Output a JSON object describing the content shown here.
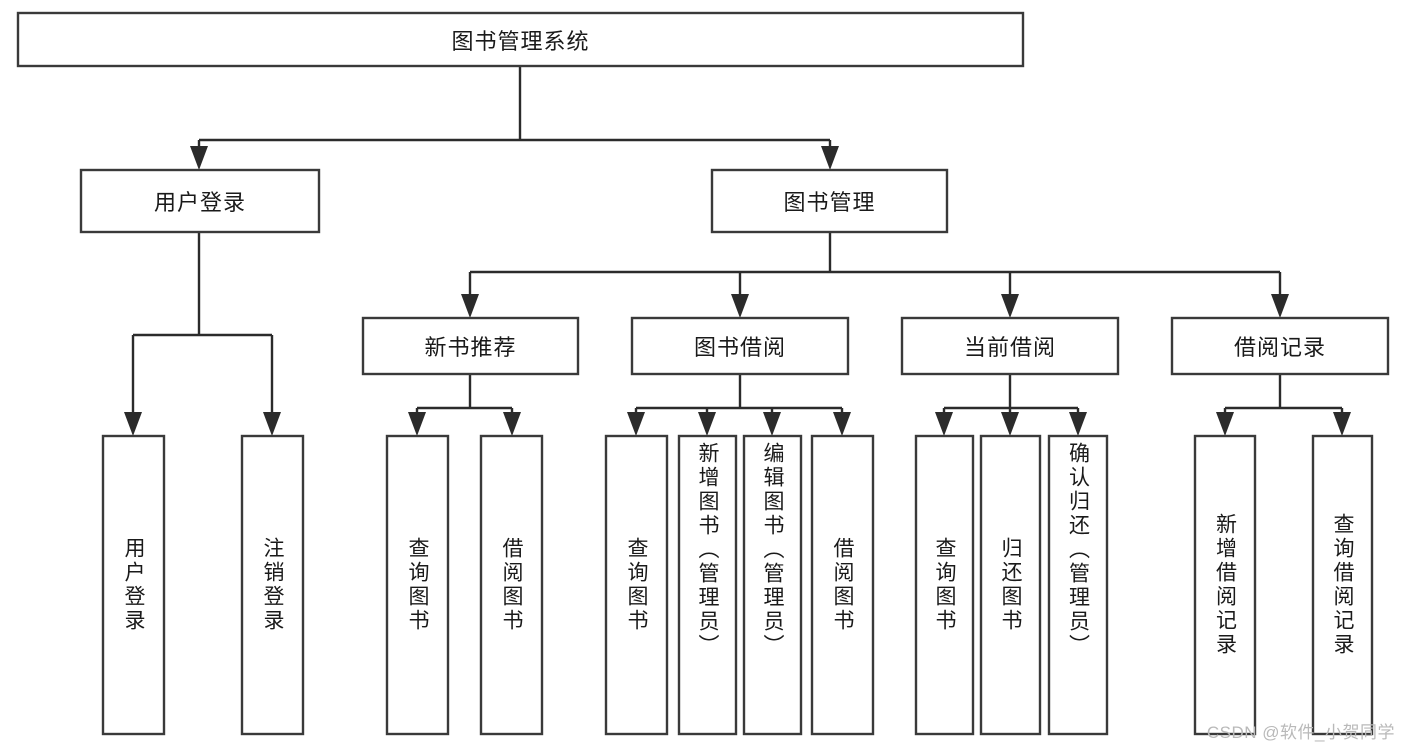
{
  "diagram": {
    "type": "hierarchy-tree",
    "title": "图书管理系统",
    "watermark": "CSDN @软件_小贺同学",
    "colors": {
      "box_fill": "#ffffff",
      "box_stroke": "#3a3a3a",
      "connector": "#2b2b2b",
      "text": "#1a1a1a",
      "watermark": "#b9b9b9",
      "background": "#ffffff"
    },
    "levels": {
      "level0": [
        {
          "id": "root",
          "label": "图书管理系统",
          "orientation": "horizontal"
        }
      ],
      "level1": [
        {
          "id": "user-login",
          "label": "用户登录",
          "orientation": "horizontal"
        },
        {
          "id": "book-manage",
          "label": "图书管理",
          "orientation": "horizontal"
        }
      ],
      "level2": [
        {
          "id": "new-book-rec",
          "label": "新书推荐",
          "orientation": "horizontal"
        },
        {
          "id": "book-borrow",
          "label": "图书借阅",
          "orientation": "horizontal"
        },
        {
          "id": "current-borrow",
          "label": "当前借阅",
          "orientation": "horizontal"
        },
        {
          "id": "borrow-record",
          "label": "借阅记录",
          "orientation": "horizontal"
        }
      ],
      "level3": [
        {
          "id": "leaf-user-login",
          "label": "用户登录",
          "orientation": "vertical",
          "parent": "user-login"
        },
        {
          "id": "leaf-user-logout",
          "label": "注销登录",
          "orientation": "vertical",
          "parent": "user-login"
        },
        {
          "id": "leaf-query-book-1",
          "label": "查询图书",
          "orientation": "vertical",
          "parent": "new-book-rec"
        },
        {
          "id": "leaf-borrow-book-1",
          "label": "借阅图书",
          "orientation": "vertical",
          "parent": "new-book-rec"
        },
        {
          "id": "leaf-query-book-2",
          "label": "查询图书",
          "orientation": "vertical",
          "parent": "book-borrow"
        },
        {
          "id": "leaf-add-book",
          "label": "新增图书（管理员）",
          "orientation": "vertical",
          "parent": "book-borrow"
        },
        {
          "id": "leaf-edit-book",
          "label": "编辑图书（管理员）",
          "orientation": "vertical",
          "parent": "book-borrow"
        },
        {
          "id": "leaf-borrow-book-2",
          "label": "借阅图书",
          "orientation": "vertical",
          "parent": "book-borrow"
        },
        {
          "id": "leaf-query-book-3",
          "label": "查询图书",
          "orientation": "vertical",
          "parent": "current-borrow"
        },
        {
          "id": "leaf-return-book",
          "label": "归还图书",
          "orientation": "vertical",
          "parent": "current-borrow"
        },
        {
          "id": "leaf-confirm-return",
          "label": "确认归还（管理员）",
          "orientation": "vertical",
          "parent": "current-borrow"
        },
        {
          "id": "leaf-add-record",
          "label": "新增借阅记录",
          "orientation": "vertical",
          "parent": "borrow-record"
        },
        {
          "id": "leaf-query-record",
          "label": "查询借阅记录",
          "orientation": "vertical",
          "parent": "borrow-record"
        }
      ]
    }
  }
}
